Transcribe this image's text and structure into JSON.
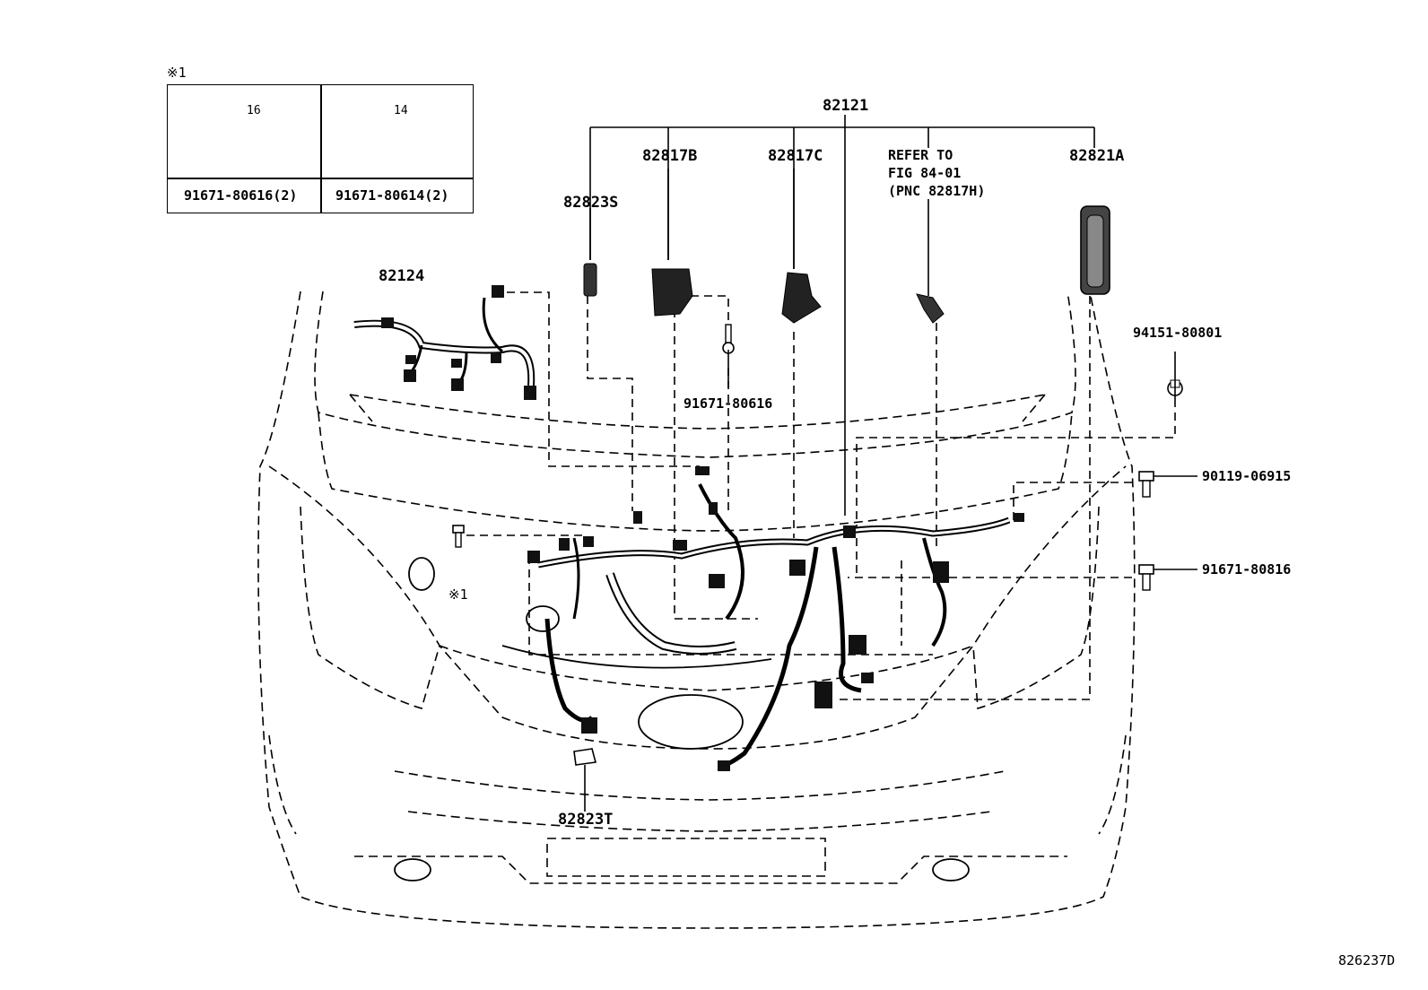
{
  "inset": {
    "note_mark": "※1",
    "items": [
      {
        "dimension": "16",
        "part": "91671-80616(2)"
      },
      {
        "dimension": "14",
        "part": "91671-80614(2)"
      }
    ]
  },
  "callouts": {
    "main_harness": "82121",
    "engine_room_no2": "82124",
    "harness_82823s": "82823S",
    "wire_82817b": "82817B",
    "wire_82817c": "82817C",
    "refer_line1": "REFER TO",
    "refer_line2": "FIG 84-01",
    "refer_line3": "(PNC 82817H)",
    "cover_82821a": "82821A",
    "clip_94151": "94151-80801",
    "bolt_91671_a": "91671-80616",
    "bolt_90119": "90119-06915",
    "bolt_91671_b": "91671-80816",
    "note_ref": "※1",
    "harness_82823t": "82823T"
  },
  "diagram_id": "826237D"
}
